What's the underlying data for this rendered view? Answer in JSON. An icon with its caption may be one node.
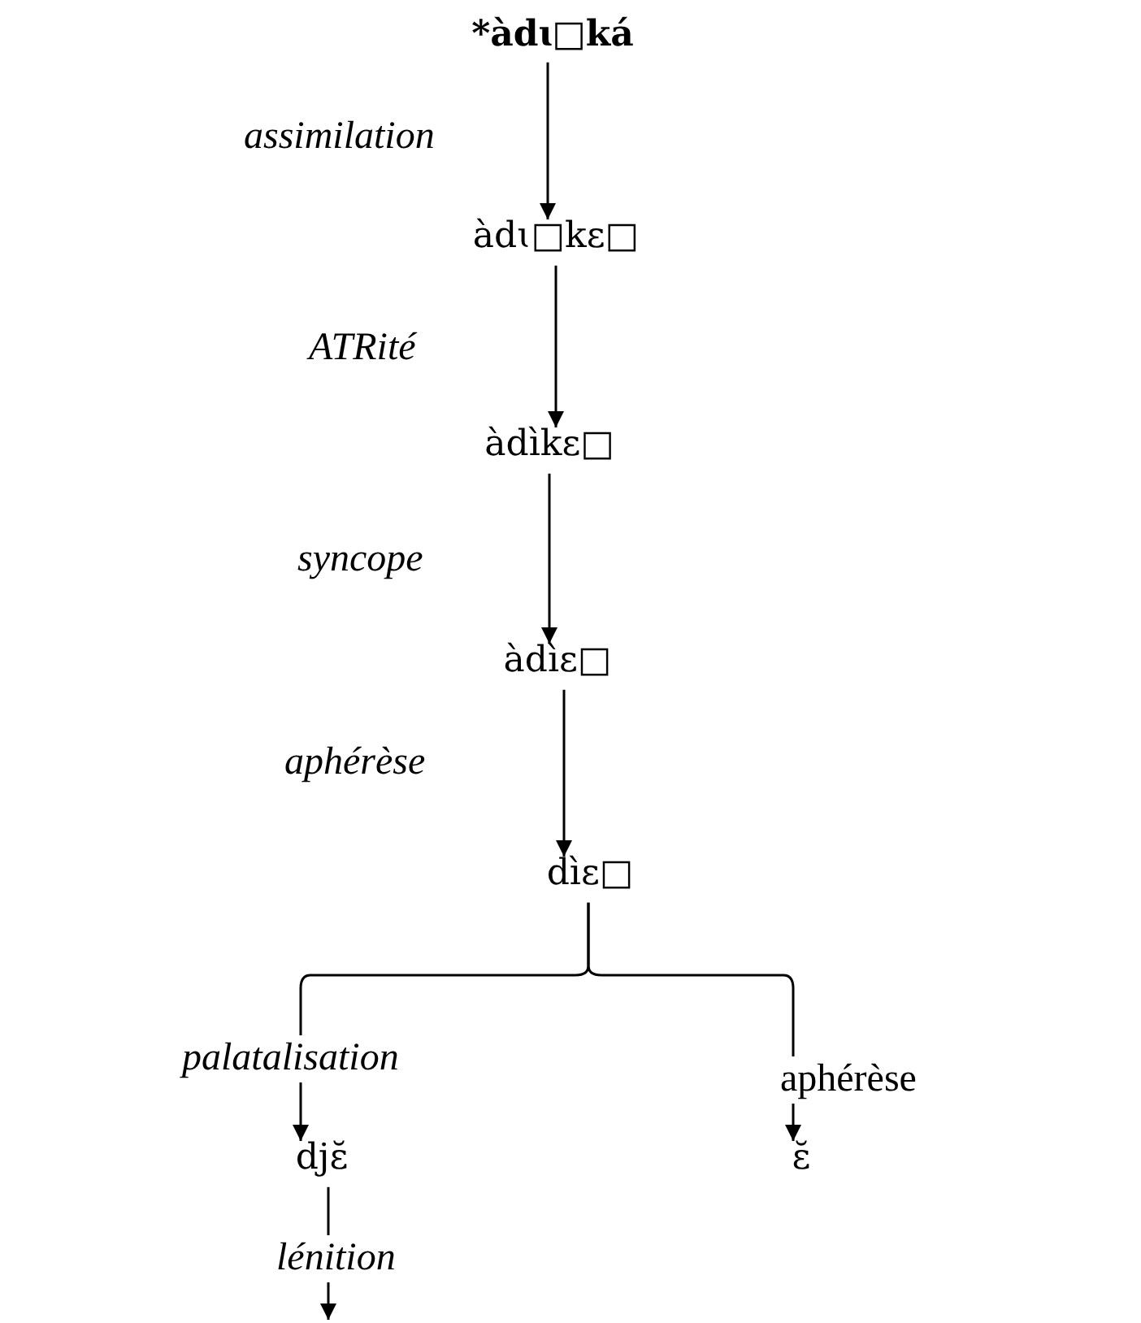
{
  "diagram": {
    "nodes": [
      {
        "text": [
          "*àdɩ□ká"
        ]
      },
      {
        "text": [
          "àdɩ□kɛ□"
        ]
      },
      {
        "text": [
          "àdìkɛ□"
        ]
      },
      {
        "text": [
          "àdìɛ□"
        ]
      },
      {
        "text": [
          "dìɛ□"
        ]
      },
      {
        "text": [
          "djɛ̆"
        ]
      },
      {
        "text": [
          "ɛ̆"
        ]
      }
    ],
    "edges": [
      {
        "from": 0,
        "to": 1,
        "arrow": "to",
        "label": "assimilation"
      },
      {
        "from": 1,
        "to": 2,
        "arrow": "to",
        "label": "ATRité"
      },
      {
        "from": 2,
        "to": 3,
        "arrow": "to",
        "label": "syncope"
      },
      {
        "from": 3,
        "to": 4,
        "arrow": "to",
        "label": "aphérèse"
      },
      {
        "from": 4,
        "to": 5,
        "arrow": "to",
        "label": "palatalisation"
      },
      {
        "from": 4,
        "to": 6,
        "arrow": "to",
        "label": "aphérèse"
      },
      {
        "from": 5,
        "to": null,
        "arrow": "to",
        "label": "lénition"
      }
    ]
  }
}
